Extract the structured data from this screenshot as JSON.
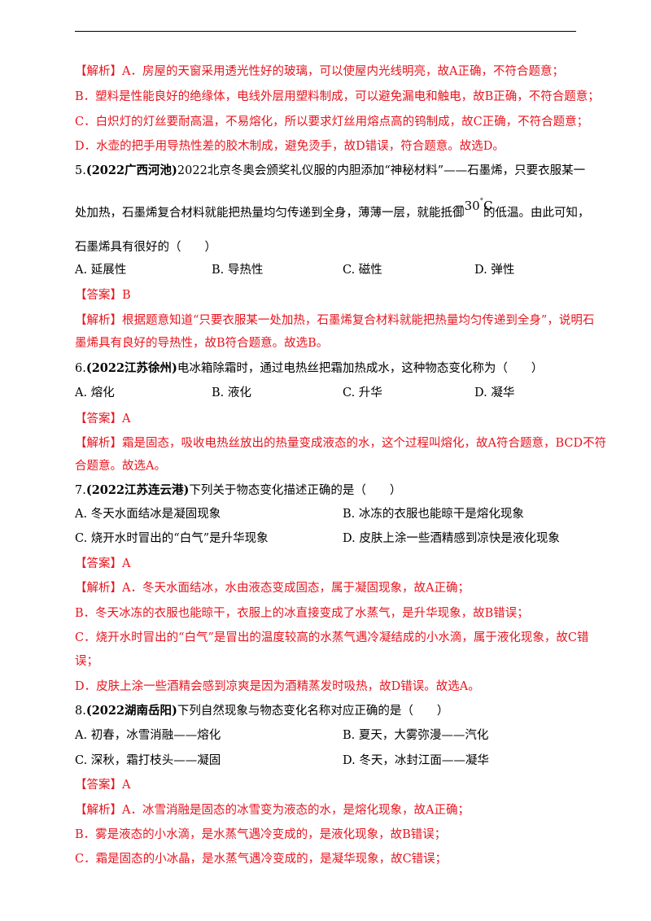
{
  "p": {
    "l1": "【解析】A．房屋的天窗采用透光性好的玻璃，可以使屋内光线明亮，故A正确，不符合题意；",
    "l2": "B．塑料是性能良好的绝缘体，电线外层用塑料制成，可以避免漏电和触电，故B正确，不符合题意；",
    "l3": "C．白炽灯的灯丝要耐高温，不易熔化，所以要求灯丝用熔点高的钨制成，故C正确，不符合题意；",
    "l4": "D．水壶的把手用导热性差的胶木制成，避免烫手，故D错误，符合题意。故选D。",
    "q5": {
      "num": "5.",
      "src": "(2022广西河池)",
      "t1": "2022北京冬奥会颁奖礼仪服的内胆添加“神秘材料”——石墨烯，只要衣服某一",
      "t2a": "处加热，石墨烯复合材料就能把热量均匀传递到全身，薄薄一层，就能抵御",
      "temp_val": "−30",
      "temp_deg": "°",
      "temp_unit": "C",
      "t2b": "的低温。由此可知，",
      "t3": "石墨烯具有很好的（　　）",
      "opts": [
        "A.  延展性",
        "B.  导热性",
        "C.  磁性",
        "D.  弹性"
      ],
      "ans": "【答案】B",
      "ana1": "【解析】根据题意知道“只要衣服某一处加热，石墨烯复合材料就能把热量均匀传递到全身”，说明石",
      "ana2": "墨烯具有良好的导热性，故B符合题意。故选B。"
    },
    "q6": {
      "num": "6.",
      "src": "(2022江苏徐州)",
      "t1": "电冰箱除霜时，通过电热丝把霜加热成水，这种物态变化称为（　　）",
      "opts": [
        "A. 熔化",
        "B. 液化",
        "C. 升华",
        "D. 凝华"
      ],
      "ans": "【答案】A",
      "ana1": "【解析】霜是固态，吸收电热丝放出的热量变成液态的水，这个过程叫熔化，故A符合题意，BCD不符",
      "ana2": "合题意。故选A。"
    },
    "q7": {
      "num": "7.",
      "src": "(2022江苏连云港)",
      "t1": "下列关于物态变化描述正确的是（　　）",
      "opts": [
        "A. 冬天水面结冰是凝固现象",
        "B. 冰冻的衣服也能晾干是熔化现象",
        "C. 烧开水时冒出的“白气”是升华现象",
        "D. 皮肤上涂一些酒精感到凉快是液化现象"
      ],
      "ans": "【答案】A",
      "ana1": "【解析】A．冬天水面结冰，水由液态变成固态，属于凝固现象，故A正确；",
      "ana2": "B．冬天冰冻的衣服也能晾干，衣服上的冰直接变成了水蒸气，是升华现象，故B错误；",
      "ana3": "C．烧开水时冒出的“白气”是冒出的温度较高的水蒸气遇冷凝结成的小水滴，属于液化现象，故C错",
      "ana4": "误；",
      "ana5": "D．皮肤上涂一些酒精会感到凉爽是因为酒精蒸发时吸热，故D错误。故选A。"
    },
    "q8": {
      "num": "8.",
      "src": "(2022湖南岳阳)",
      "t1": "下列自然现象与物态变化名称对应正确的是（　　）",
      "opts": [
        "A. 初春，冰雪消融——熔化",
        "B. 夏天，大雾弥漫——汽化",
        "C. 深秋，霜打枝头——凝固",
        "D. 冬天，冰封江面——凝华"
      ],
      "ans": "【答案】A",
      "ana1": "【解析】A．冰雪消融是固态的冰雪变为液态的水，是熔化现象，故A正确；",
      "ana2": "B．雾是液态的小水滴，是水蒸气遇冷变成的，是液化现象，故B错误；",
      "ana3": "C．霜是固态的小冰晶，是水蒸气遇冷变成的，是凝华现象，故C错误；"
    }
  }
}
